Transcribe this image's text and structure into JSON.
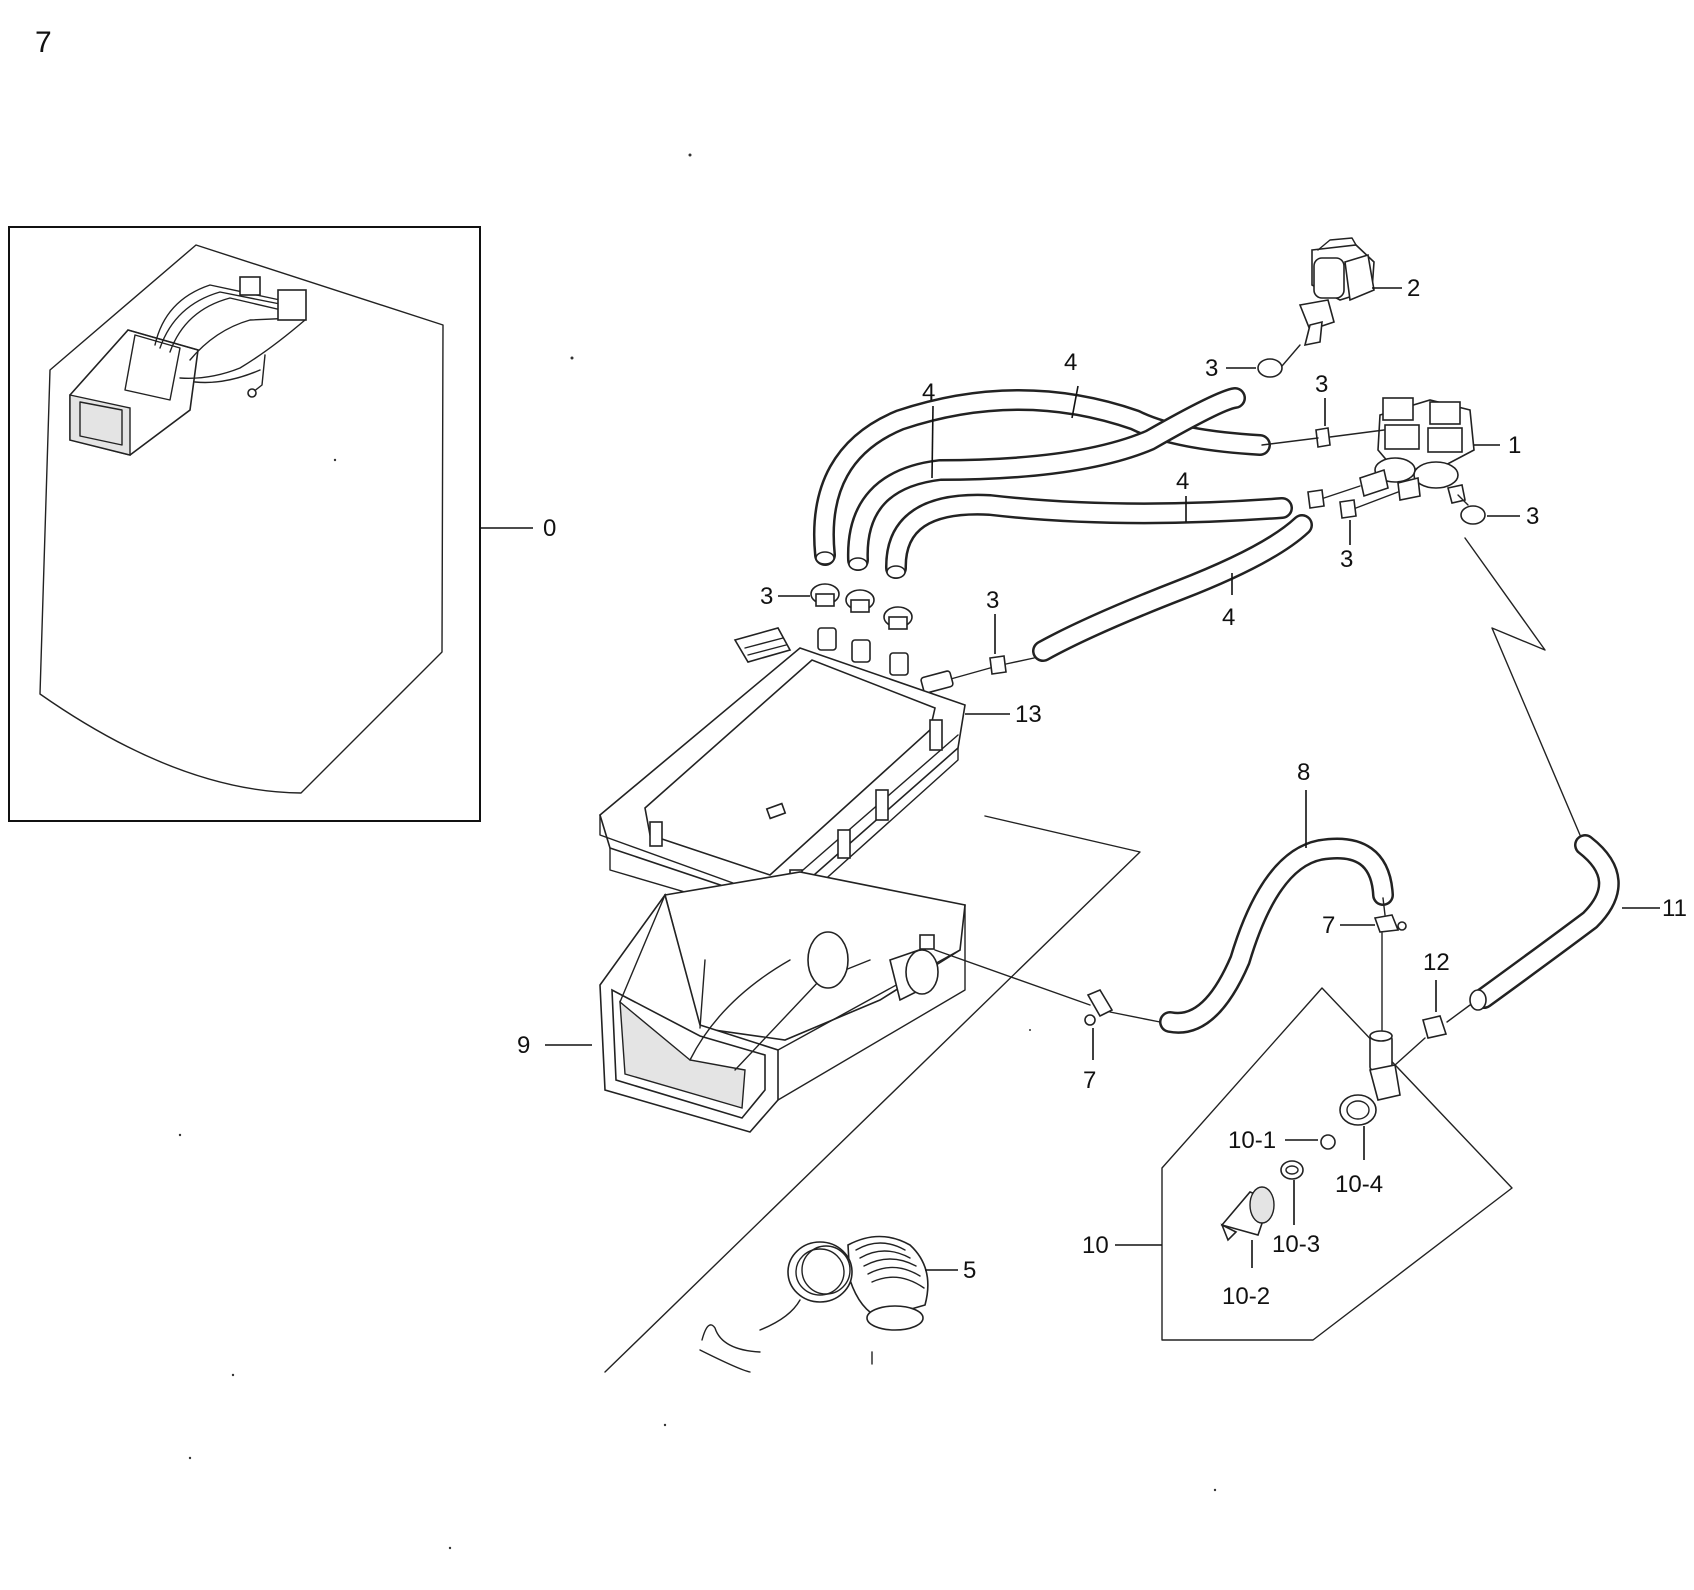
{
  "page_number": "7",
  "callouts": {
    "c0": "0",
    "c1": "1",
    "c2": "2",
    "c3": "3",
    "c4": "4",
    "c5": "5",
    "c7": "7",
    "c8": "8",
    "c9": "9",
    "c10": "10",
    "c10_1": "10-1",
    "c10_2": "10-2",
    "c10_3": "10-3",
    "c10_4": "10-4",
    "c11": "11",
    "c12": "12",
    "c13": "13"
  }
}
